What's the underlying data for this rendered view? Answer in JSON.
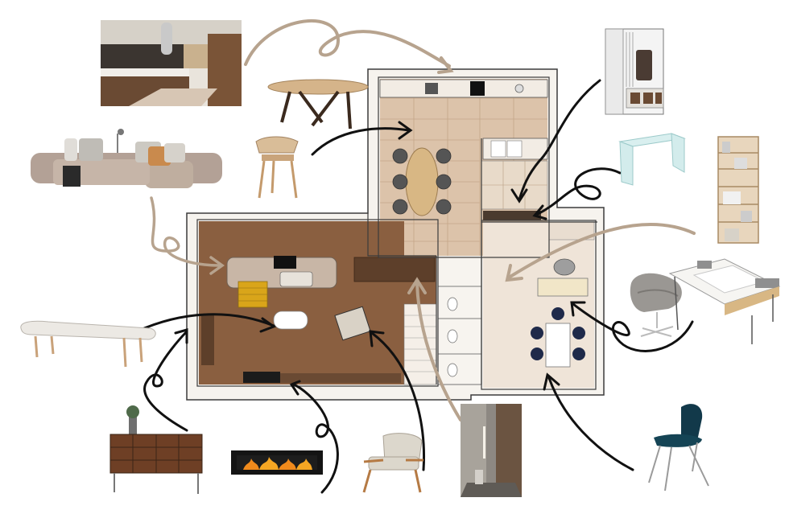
{
  "board": {
    "colors": {
      "wood_floor": "#8a5f40",
      "tile_floor": "#dcc3aa",
      "light_floor": "#efe4d8",
      "wall": "#f6f3ee",
      "wall_outline": "#3b3b3b",
      "arrow_black": "#111111",
      "arrow_beige": "#b7a38e",
      "table_oak": "#d8b784",
      "chair_navy": "#1f2a4a",
      "sofa_beige": "#c8b6a6",
      "sofa_yellow": "#d9a51a",
      "teal_chair": "#12394a"
    },
    "items": [
      {
        "name": "kitchen-render",
        "icon": "kitchen-photo-icon"
      },
      {
        "name": "oval-dining-table",
        "icon": "table-icon"
      },
      {
        "name": "wooden-chair",
        "icon": "chair-icon"
      },
      {
        "name": "sectional-sofa",
        "icon": "sofa-icon"
      },
      {
        "name": "entry-wardrobe",
        "icon": "coat-rack-icon"
      },
      {
        "name": "glass-desk",
        "icon": "desk-icon"
      },
      {
        "name": "bookshelf",
        "icon": "bookshelf-icon"
      },
      {
        "name": "swan-armchair",
        "icon": "armchair-icon"
      },
      {
        "name": "white-desk",
        "icon": "desk-icon"
      },
      {
        "name": "marble-bench",
        "icon": "bench-icon"
      },
      {
        "name": "wood-sideboard",
        "icon": "sideboard-icon"
      },
      {
        "name": "bio-fireplace",
        "icon": "fireplace-icon"
      },
      {
        "name": "lounge-armchair",
        "icon": "armchair-icon"
      },
      {
        "name": "hallway-render",
        "icon": "hallway-photo-icon"
      },
      {
        "name": "teal-shell-chair",
        "icon": "chair-icon"
      }
    ]
  }
}
